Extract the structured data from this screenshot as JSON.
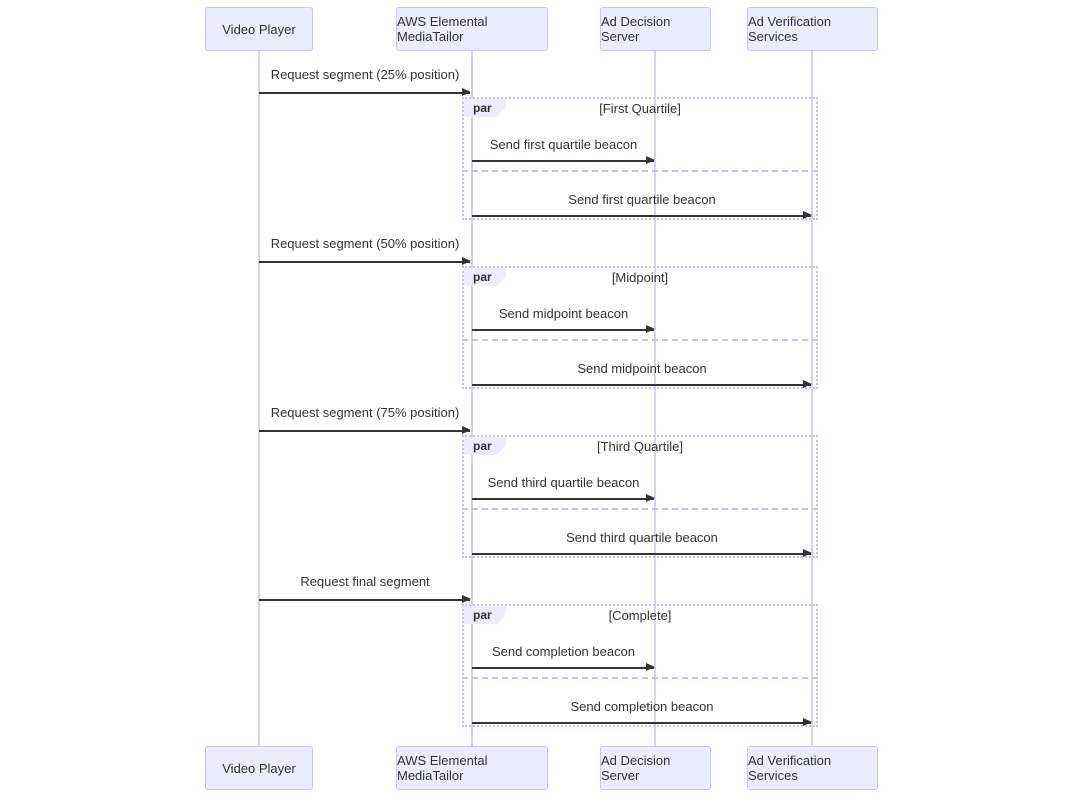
{
  "diagram": {
    "type": "sequence",
    "participants": [
      {
        "name": "Video Player"
      },
      {
        "name": "AWS Elemental MediaTailor"
      },
      {
        "name": "Ad Decision Server"
      },
      {
        "name": "Ad Verification Services"
      }
    ],
    "requests": [
      {
        "from": "Video Player",
        "to": "AWS Elemental MediaTailor",
        "label": "Request segment (25% position)"
      },
      {
        "from": "Video Player",
        "to": "AWS Elemental MediaTailor",
        "label": "Request segment (50% position)"
      },
      {
        "from": "Video Player",
        "to": "AWS Elemental MediaTailor",
        "label": "Request segment (75% position)"
      },
      {
        "from": "Video Player",
        "to": "AWS Elemental MediaTailor",
        "label": "Request final segment"
      }
    ],
    "par_blocks": [
      {
        "operator": "par",
        "condition": "[First Quartile]",
        "messages": [
          {
            "from": "AWS Elemental MediaTailor",
            "to": "Ad Decision Server",
            "label": "Send first quartile beacon"
          },
          {
            "from": "AWS Elemental MediaTailor",
            "to": "Ad Verification Services",
            "label": "Send first quartile beacon"
          }
        ]
      },
      {
        "operator": "par",
        "condition": "[Midpoint]",
        "messages": [
          {
            "from": "AWS Elemental MediaTailor",
            "to": "Ad Decision Server",
            "label": "Send midpoint beacon"
          },
          {
            "from": "AWS Elemental MediaTailor",
            "to": "Ad Verification Services",
            "label": "Send midpoint beacon"
          }
        ]
      },
      {
        "operator": "par",
        "condition": "[Third Quartile]",
        "messages": [
          {
            "from": "AWS Elemental MediaTailor",
            "to": "Ad Decision Server",
            "label": "Send third quartile beacon"
          },
          {
            "from": "AWS Elemental MediaTailor",
            "to": "Ad Verification Services",
            "label": "Send third quartile beacon"
          }
        ]
      },
      {
        "operator": "par",
        "condition": "[Complete]",
        "messages": [
          {
            "from": "AWS Elemental MediaTailor",
            "to": "Ad Decision Server",
            "label": "Send completion beacon"
          },
          {
            "from": "AWS Elemental MediaTailor",
            "to": "Ad Verification Services",
            "label": "Send completion beacon"
          }
        ]
      }
    ],
    "colors": {
      "actor_fill": "#ECECFF",
      "actor_border": "#C9C6EC",
      "lifeline": "#D6D3EC",
      "par_border": "#C5C0F0",
      "label_tab_fill": "#ECECFF",
      "arrow": "#333333",
      "text": "#333333",
      "background": "#FFFFFF"
    }
  }
}
